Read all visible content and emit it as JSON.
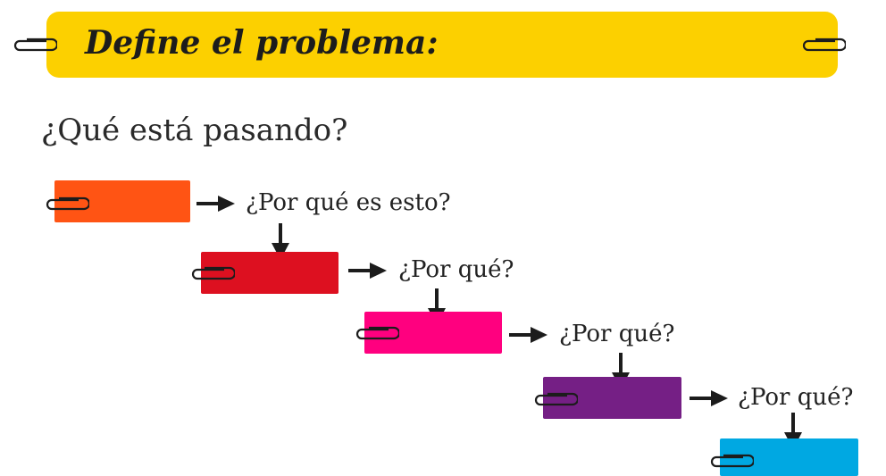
{
  "header": {
    "title": "Define el problema:"
  },
  "question": "¿Qué está pasando?",
  "steps": [
    {
      "label": "¿Por qué es esto?",
      "color": "#ff5414"
    },
    {
      "label": "¿Por qué?",
      "color": "#dd1020"
    },
    {
      "label": "¿Por qué?",
      "color": "#ff007f"
    },
    {
      "label": "¿Por qué?",
      "color": "#751f85"
    },
    {
      "label": "",
      "color": "#00a8e2"
    }
  ],
  "colors": {
    "banner": "#fcd000",
    "text": "#1c1c1c",
    "arrow": "#1c1c1c"
  },
  "icons": {
    "clip": "paperclip-icon",
    "arrow_right": "arrow-right-icon",
    "arrow_down": "arrow-down-icon"
  }
}
